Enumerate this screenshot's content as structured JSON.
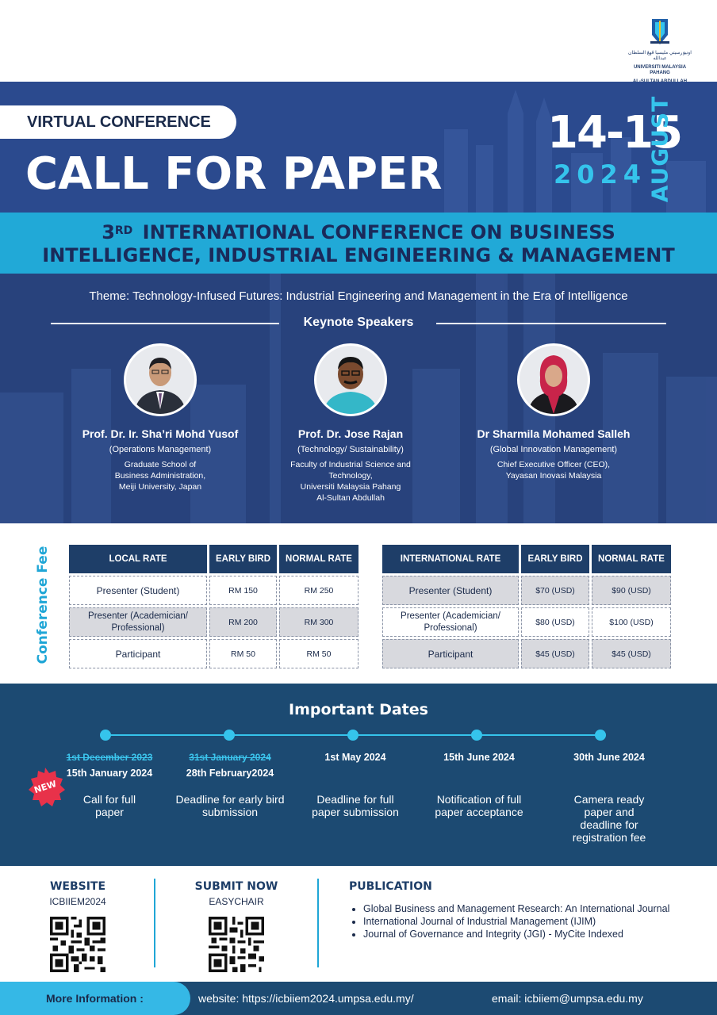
{
  "logo": {
    "arabic_text": "اونيۏرسيتي مليسيا ڤهڠ السلطان عبدالله",
    "line1": "UNIVERSITI MALAYSIA PAHANG",
    "line2": "AL-SULTAN ABDULLAH"
  },
  "header": {
    "pill": "VIRTUAL CONFERENCE",
    "title": "CALL FOR PAPER",
    "days": "14-15",
    "year": "2024",
    "month": "AUGUST"
  },
  "conference": {
    "ordinal_num": "3",
    "ordinal_suffix": "RD",
    "line1": "INTERNATIONAL CONFERENCE ON BUSINESS",
    "line2": "INTELLIGENCE, INDUSTRIAL ENGINEERING & MANAGEMENT"
  },
  "theme": "Theme: Technology-Infused Futures: Industrial Engineering and Management in the Era of Intelligence",
  "keynote_title": "Keynote Speakers",
  "speakers": [
    {
      "name": "Prof. Dr. Ir. Sha’ri Mohd Yusof",
      "field": "(Operations Management)",
      "aff": [
        "Graduate School of",
        "Business Administration,",
        "Meiji University, Japan"
      ]
    },
    {
      "name": "Prof. Dr. Jose Rajan",
      "field": "(Technology/ Sustainability)",
      "aff": [
        "Faculty of Industrial Science and",
        "Technology,",
        "Universiti Malaysia Pahang",
        "Al-Sultan Abdullah"
      ]
    },
    {
      "name": "Dr Sharmila Mohamed Salleh",
      "field": "(Global Innovation Management)",
      "aff": [
        "Chief Executive Officer (CEO),",
        "Yayasan Inovasi Malaysia"
      ]
    }
  ],
  "fee": {
    "label": "Conference Fee",
    "local": {
      "headers": [
        "LOCAL RATE",
        "EARLY BIRD",
        "NORMAL RATE"
      ],
      "rows": [
        [
          "Presenter (Student)",
          "RM 150",
          "RM 250"
        ],
        [
          "Presenter (Academician/ Professional)",
          "RM 200",
          "RM 300"
        ],
        [
          "Participant",
          "RM 50",
          "RM 50"
        ]
      ]
    },
    "international": {
      "headers": [
        "INTERNATIONAL RATE",
        "EARLY BIRD",
        "NORMAL RATE"
      ],
      "rows": [
        [
          "Presenter (Student)",
          "$70 (USD)",
          "$90 (USD)"
        ],
        [
          "Presenter (Academician/ Professional)",
          "$80 (USD)",
          "$100 (USD)"
        ],
        [
          "Participant",
          "$45 (USD)",
          "$45 (USD)"
        ]
      ]
    }
  },
  "dates": {
    "title": "Important Dates",
    "new_badge": "NEW",
    "milestones": [
      {
        "old": "1st December 2023",
        "date": "15th January 2024",
        "desc": [
          "Call for full",
          "paper"
        ]
      },
      {
        "old": "31st January 2024",
        "date": "28th February2024",
        "desc": [
          "Deadline for early bird",
          "submission"
        ]
      },
      {
        "old": "",
        "date": "1st May 2024",
        "desc": [
          "Deadline for full",
          "paper submission"
        ]
      },
      {
        "old": "",
        "date": "15th June 2024",
        "desc": [
          "Notification of full",
          "paper acceptance"
        ]
      },
      {
        "old": "",
        "date": "30th June 2024",
        "desc": [
          "Camera ready",
          "paper and",
          "deadline for",
          "registration fee"
        ]
      }
    ]
  },
  "info": {
    "website_head": "WEBSITE",
    "website_sub": "ICBIIEM2024",
    "submit_head": "SUBMIT NOW",
    "submit_sub": "EASYCHAIR",
    "pub_head": "PUBLICATION",
    "publications": [
      "Global Business and Management Research: An International Journal",
      "International Journal of Industrial Management (IJIM)",
      "Journal of Governance and Integrity (JGI) - MyCite Indexed"
    ]
  },
  "footer": {
    "more": "More Information :",
    "website": "website: https://icbiiem2024.umpsa.edu.my/",
    "email": "email: icbiiem@umpsa.edu.my"
  }
}
